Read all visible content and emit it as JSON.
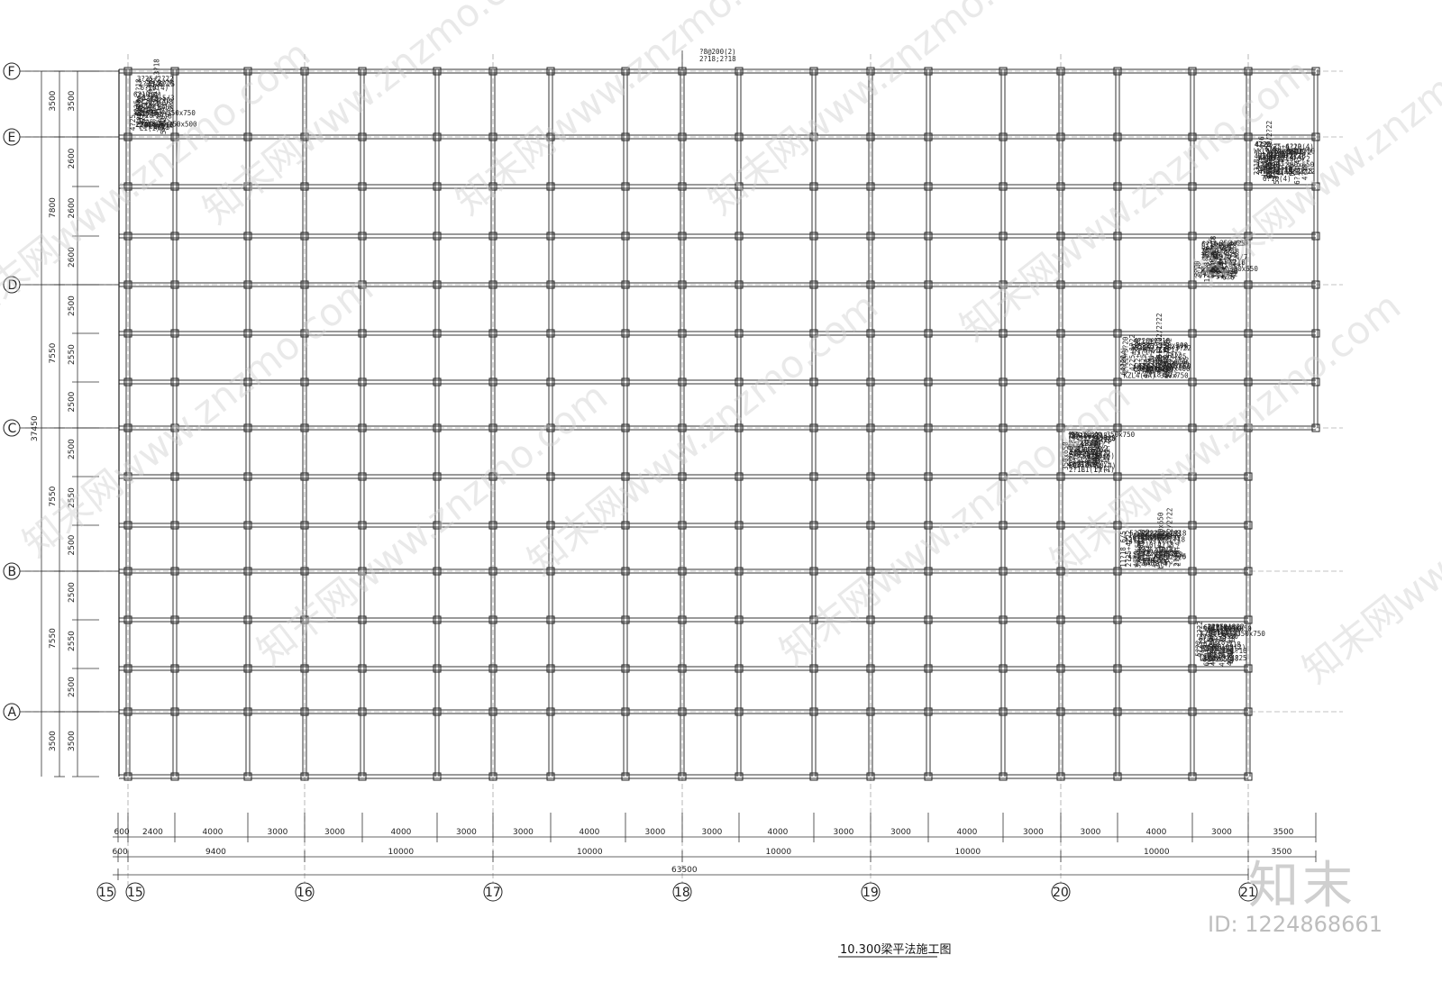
{
  "title": "10.300梁平法施工图",
  "logo": "知末",
  "id_text": "ID: 1224868661",
  "watermark": "知末网www.znzmo.com",
  "row_axes": [
    "F",
    "E",
    "D",
    "C",
    "B",
    "A"
  ],
  "col_axes": [
    "15",
    "15",
    "16",
    "17",
    "18",
    "19",
    "20",
    "21"
  ],
  "left_dims_inner": [
    "3500",
    "2600",
    "2600",
    "2600",
    "2500",
    "2550",
    "2500",
    "2500",
    "2550",
    "2500",
    "2500",
    "2550",
    "2500",
    "3500"
  ],
  "left_dims_outer": [
    "3500",
    "7800",
    "7550",
    "7550",
    "7550",
    "3500"
  ],
  "left_total": "37450",
  "bottom_dims_1": [
    "600",
    "2400",
    "4000",
    "3000",
    "3000",
    "4000",
    "3000",
    "3000",
    "4000",
    "3000",
    "3000",
    "4000",
    "3000",
    "3000",
    "4000",
    "3000",
    "3000",
    "4000",
    "3000",
    "3500"
  ],
  "bottom_dims_2": [
    "600",
    "9400",
    "10000",
    "10000",
    "10000",
    "10000",
    "10000",
    "3500"
  ],
  "bottom_total": "63500",
  "top_note": [
    "?8@200(2)",
    "2?18;2?18"
  ],
  "labels": [
    "4?20",
    "?8@100(2)",
    "4?20+1?18",
    "?8@100(2)",
    "4?25",
    "2?20",
    "?8@100(2)",
    "5?22",
    "5?18",
    "?8@100(2)",
    "5?25",
    "2?20",
    "?8@100(2)",
    "5?18",
    "5?22",
    "?8@100(2)",
    "4?25",
    "2?20",
    "?8@100(2)",
    "5?25",
    "3?18",
    "7?25 5/2",
    "6?10(4)",
    "6?10(4)",
    "7?25 5/5/2",
    "6?10(4)",
    "6?10(4)",
    "7?25 6/6",
    "6?10(4)",
    "6?10(4)",
    "6?25 5/5/5",
    "KZL4(6A) 350x750",
    "6?10(4)",
    "5?25 5/3",
    "6?10(4)",
    "7?25 5/2",
    "5?25 5/2",
    "6?10(4)",
    "6?10(4)",
    "5?25",
    "14?18 7/7",
    "6?20+1?18",
    "2?22+2?22",
    "10?25 4/6",
    "7?20",
    "6?25",
    "2?20",
    "2?18",
    "2?18",
    "2?18",
    "2?18",
    "2?18",
    "2?18",
    "8?18 4/4",
    "2?18",
    "2?20+1?18",
    "2?18",
    "2?18",
    "2?18",
    "2?18",
    "2?18",
    "2?18",
    "2?18",
    "2?18",
    "2?18",
    "2?18",
    "2?22",
    "2?22+2?18",
    "5?22/2?22+2?18",
    "9?22 5/4",
    "5?22/2?22+3?18",
    "8?25 4/4",
    "6?8(4)",
    "2?22+2?22",
    "5?22/3?22",
    "10?22 5/5",
    "5?22",
    "6?20+1?18",
    "4?20",
    "5?20+2?18",
    "4?20+2?18",
    "2?22+2?18",
    "4?20",
    "?8@100(2)",
    "8?18 5/3",
    "7?18 5/2",
    "7?18 5/2",
    "7?18 5/3",
    "8?18 5/3",
    "2?20+4?18",
    "3?20",
    "3?20",
    "3?20+2?18",
    "2?18",
    "4?18",
    "2?25+4?22",
    "2?20+1?18",
    "4?20+1?18",
    "6?18",
    "2?25+4?22",
    "5?22/2?18",
    "2?22+3?20",
    "3?22+2?20",
    "5?22/2?18",
    "6?18",
    "3?20",
    "3?20",
    "3?20",
    "3?20+2?18",
    "2?18",
    "?8@200(2)",
    "4?25",
    "4?25",
    "4?25+1?22/2?22",
    "4?25",
    "4?25+1?22/2?22",
    "4?25",
    "4?25",
    "3?25+1?22",
    "4?25",
    "4?25",
    "5?25",
    "5?25",
    "3?20+2?18",
    "7?18",
    "4?18",
    "4?18",
    "2?22+3?18/2?18",
    "4?22+1?20",
    "4?22+1?20",
    "3?22+2?20",
    "2?22+3?18/2?18",
    "6?18",
    "3?20",
    "3?20",
    "3?20",
    "4?20+1?18",
    "6?25 4/2",
    "2?25+2?22/2?22",
    "4?25",
    "4?25",
    "2?25+2?22/2?22",
    "5?22",
    "?8@200(2)",
    "2?25+3?22",
    "3?20",
    "3?20",
    "2?20+4?18",
    "4?18",
    "12?18 6/6",
    "10?18 6/4",
    "11?18 6/5",
    "11?18 6/5",
    "12?18 6/6",
    "5?20+2?18",
    "4?20",
    "2?22+2?20",
    "2?22+2?20",
    "4?20",
    "4?20+3?18",
    "2?20+2?18",
    "3?25+2?22",
    "6?10(4)",
    "6?10(4)",
    "5?25/2?25+3?22",
    "6?10(4)",
    "6?10(4)",
    "10?25 5/5",
    "6?10(4)",
    "6?10(4)",
    "10?25 5/5",
    "6?10(4)",
    "6?10(4)",
    "6?25 5/5",
    "6?10(4)",
    "2?25/6?25",
    "6?10(4)",
    "6?10(4)",
    "4?25+1?22",
    "11?20 4/7",
    "2?25+4?22",
    "4?25+2?22",
    "4?25+2?22",
    "2?25+4?22",
    "11?20 4/7",
    "L8(18) 250x500",
    "L8(18)",
    "L7(18) 200x400",
    "KZL4(6A) 350x750",
    "L14(19) 250x500",
    "L13(2) 300x650",
    "L12(7) 300x650",
    "L11(7) 300x650",
    "KZL3(6A) 350x750",
    "L10(6) 300x650",
    "L9(6) 300x650",
    "KZL7(6) 350x750",
    "WKL1(6) 350x750",
    "L1(1A)",
    "L2(1A) 200x400",
    "6?6",
    "6?6",
    "6?6",
    "6?6",
    "6?6",
    "6?6",
    "6?6",
    "6?6",
    "6?6",
    "6?6",
    "6?6",
    "6?6",
    "6?6",
    "6?6",
    "6?6",
    "6?6",
    "6?6",
    "6?6",
    "6?6",
    "6?6",
    "6?6",
    "6?6",
    "6?6",
    "6?6",
    "4?12",
    "4?12",
    "4?12",
    "4?12",
    "4?12",
    "4?12",
    "4?12",
    "4?12",
    "N6?12",
    "N6?12",
    "N6?12",
    "4?16",
    "4?16",
    "4?16",
    "L1(1)",
    "L1(1)",
    "L1(1)",
    "L1(1)",
    "L1(1)",
    "L1(1)",
    "L1(1)",
    "L1(1)",
    "L1(1)",
    "L1(1)",
    "L1(1)",
    "L1(1)",
    "L1(1)",
    "L1(1)",
    "L1(1)",
    "L1(1)",
    "L1(1)",
    "L1(1)",
    "L1(1)",
    "L1(1)",
    "6?10(4)",
    "6?10(4)",
    "6?10(4)",
    "6?10(4)",
    "6?10(4)",
    "8?10(4)",
    "6?10(4)",
    "6?10(4)",
    "6?10(4)",
    "6?8(4)",
    "?8@100(2)",
    "350x650",
    "?8@100(2)",
    "350x650",
    "?8@100(2)",
    "350x650",
    "?8@100(2)",
    "350x650",
    "?8@100(2)",
    "350x650",
    "?8@100(2)",
    "350x650",
    "4?20",
    "4?20",
    "4?25",
    "4?25",
    "4?22",
    "4?22",
    "4?25",
    "4?25",
    "4?25",
    "4?25",
    "4?20",
    "4?20",
    "2?20",
    "5?18",
    "2?20",
    "5?18",
    "2?20",
    "4?25",
    "2?20",
    "2?20",
    "2?20",
    "5?18"
  ]
}
